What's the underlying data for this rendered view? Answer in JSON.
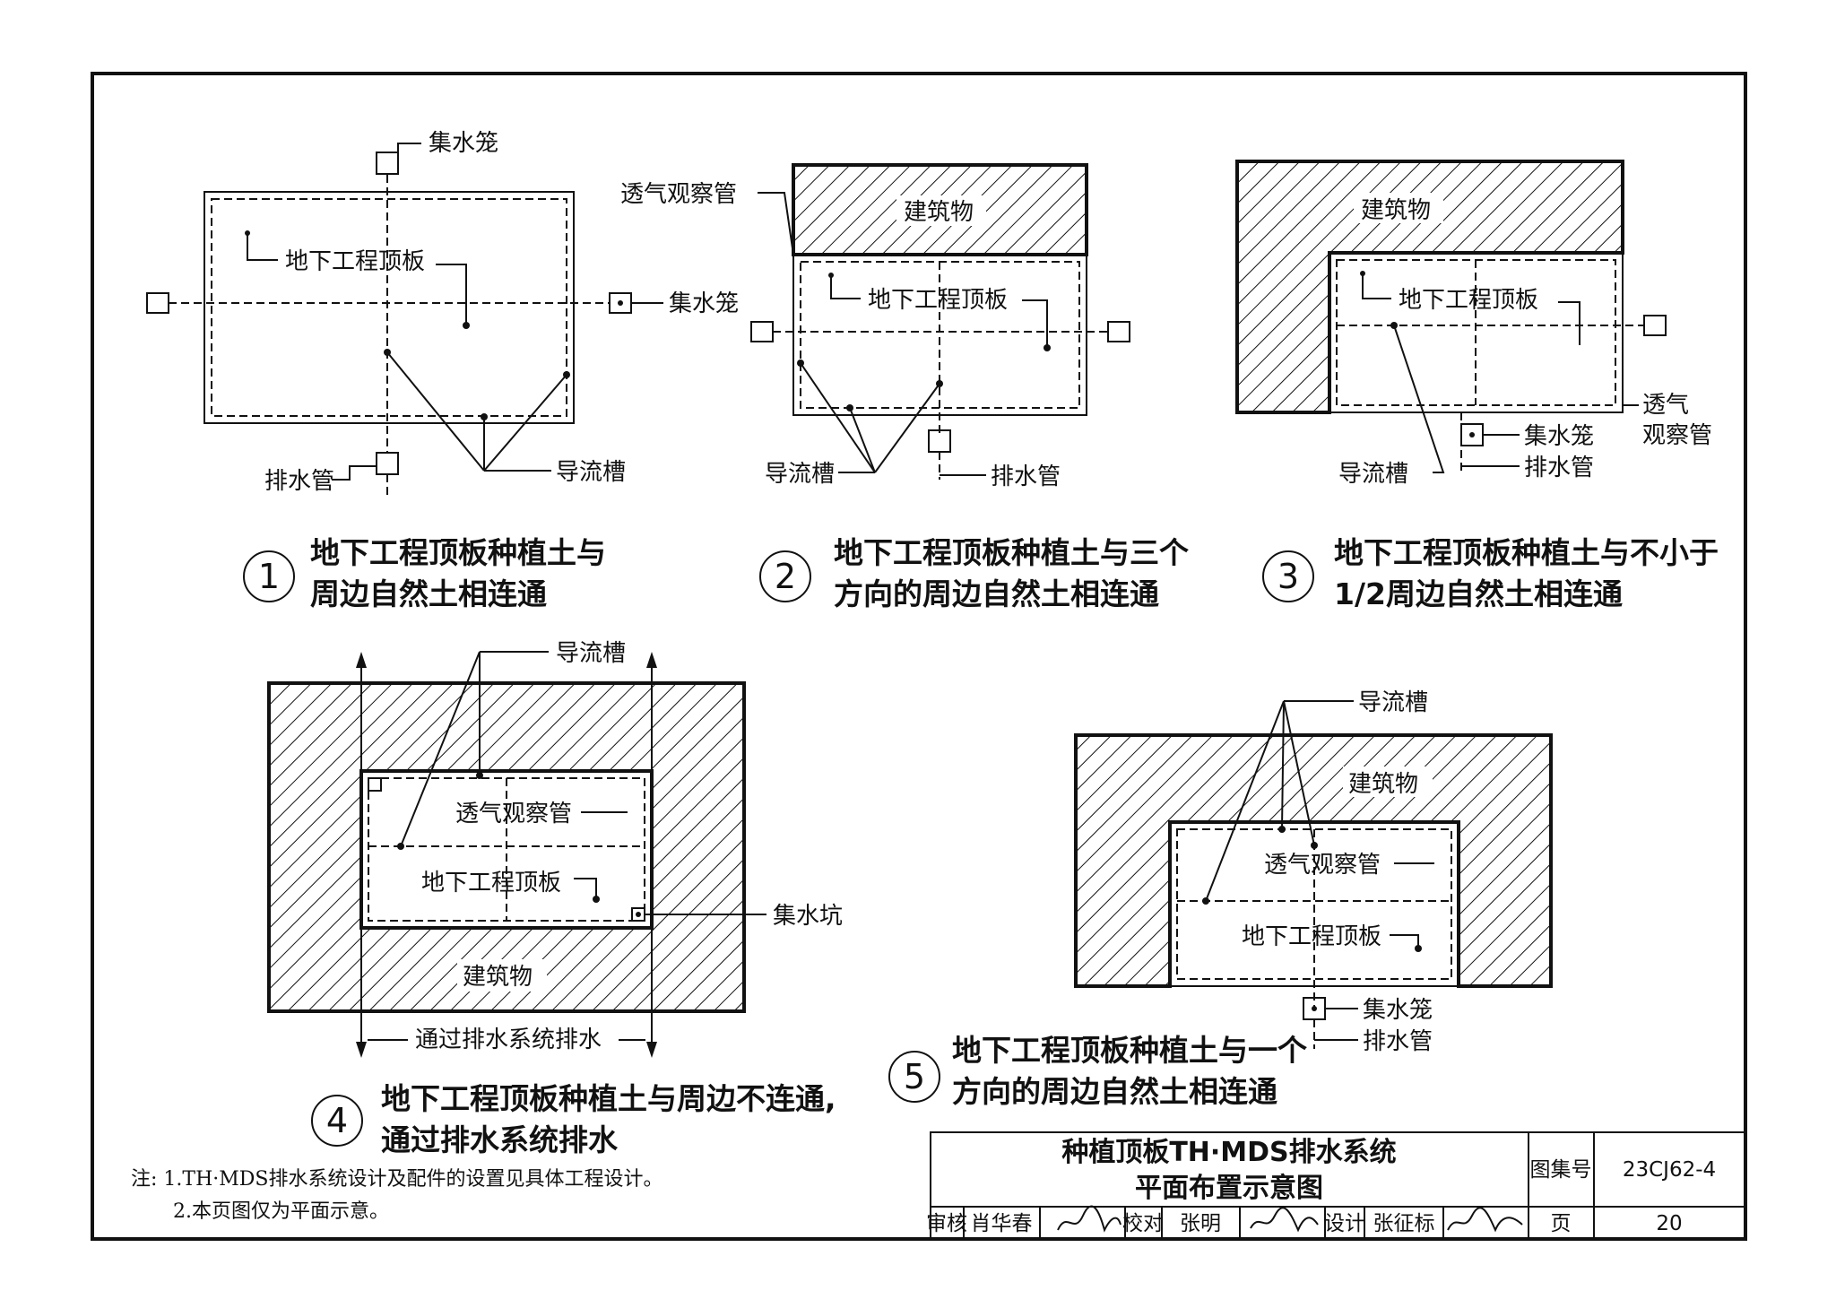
{
  "labels": {
    "collector": "集水笼",
    "vent_pipe": "透气观察管",
    "vent_pipe_line1": "透气",
    "vent_pipe_line2": "观察管",
    "roof_slab": "地下工程顶板",
    "building": "建筑物",
    "drain_pipe": "排水管",
    "guide_groove": "导流槽",
    "sump": "集水坑",
    "drain_via_system": "通过排水系统排水"
  },
  "captions": [
    {
      "num": "1",
      "line1": "地下工程顶板种植土与",
      "line2": "周边自然土相连通"
    },
    {
      "num": "2",
      "line1": "地下工程顶板种植土与三个",
      "line2": "方向的周边自然土相连通"
    },
    {
      "num": "3",
      "line1": "地下工程顶板种植土与不小于",
      "line2": "1/2周边自然土相连通"
    },
    {
      "num": "4",
      "line1": "地下工程顶板种植土与周边不连通,",
      "line2": "通过排水系统排水"
    },
    {
      "num": "5",
      "line1": "地下工程顶板种植土与一个",
      "line2": "方向的周边自然土相连通"
    }
  ],
  "notes": [
    "注: 1.TH·MDS排水系统设计及配件的设置见具体工程设计。",
    "2.本页图仅为平面示意。"
  ],
  "title_block": {
    "title_line1": "种植顶板TH·MDS排水系统",
    "title_line2": "平面布置示意图",
    "atlas_label": "图集号",
    "atlas_no": "23CJ62-4",
    "page_label": "页",
    "page_no": "20",
    "review_label": "审核",
    "reviewer": "肖华春",
    "check_label": "校对",
    "checker": "张明",
    "design_label": "设计",
    "designer": "张征标"
  }
}
